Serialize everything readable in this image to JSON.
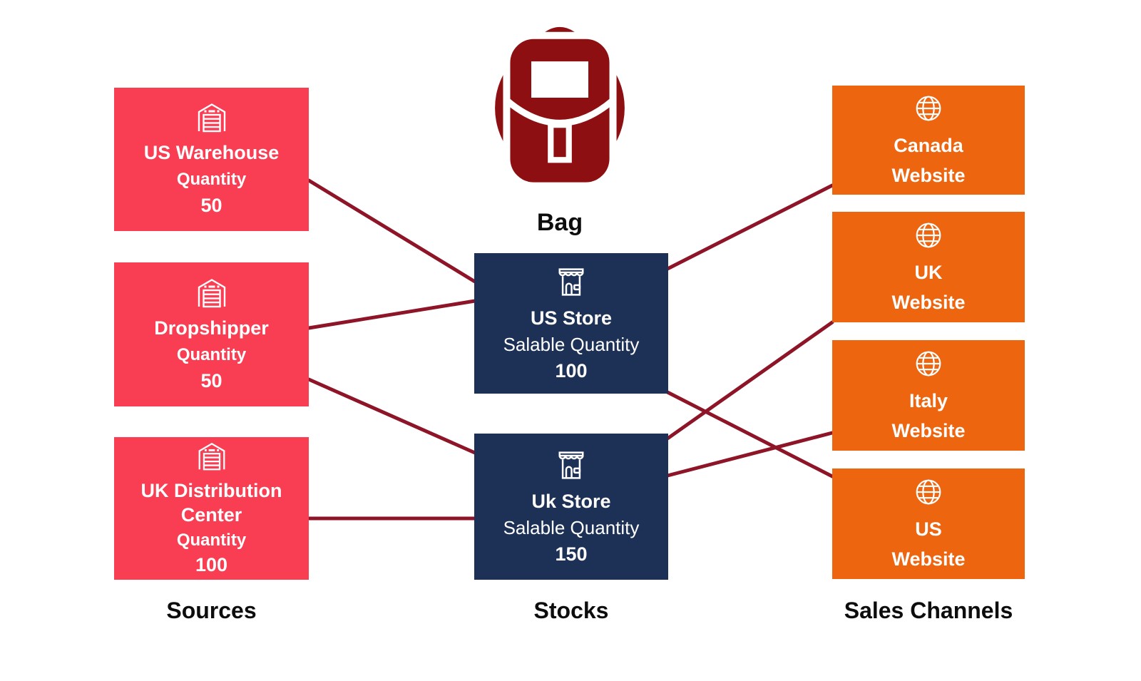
{
  "diagram_title": "Bag",
  "product": {
    "name": "Bag",
    "icon": "backpack-icon",
    "color": "#8E0F11"
  },
  "columns": {
    "sources": {
      "label": "Sources",
      "color": "#F93D52",
      "item_icon": "warehouse-icon",
      "items": [
        {
          "id": "us-warehouse",
          "title": "US Warehouse",
          "qty_label": "Quantity",
          "qty": "50"
        },
        {
          "id": "dropshipper",
          "title": "Dropshipper",
          "qty_label": "Quantity",
          "qty": "50"
        },
        {
          "id": "uk-distribution-center",
          "title": "UK Distribution Center",
          "qty_label": "Quantity",
          "qty": "100"
        }
      ]
    },
    "stocks": {
      "label": "Stocks",
      "color": "#1D3156",
      "item_icon": "store-icon",
      "items": [
        {
          "id": "us-store",
          "title": "US Store",
          "qty_label": "Salable Quantity",
          "qty": "100"
        },
        {
          "id": "uk-store",
          "title": "Uk Store",
          "qty_label": "Salable Quantity",
          "qty": "150"
        }
      ]
    },
    "sales_channels": {
      "label": "Sales Channels",
      "color": "#EE650F",
      "item_icon": "globe-icon",
      "items": [
        {
          "id": "canada-website",
          "line1": "Canada",
          "line2": "Website"
        },
        {
          "id": "uk-website",
          "line1": "UK",
          "line2": "Website"
        },
        {
          "id": "italy-website",
          "line1": "Italy",
          "line2": "Website"
        },
        {
          "id": "us-website",
          "line1": "US",
          "line2": "Website"
        }
      ]
    }
  },
  "connections": {
    "color": "#8E1528",
    "links": [
      {
        "from": "us-warehouse",
        "to": "us-store"
      },
      {
        "from": "dropshipper",
        "to": "us-store"
      },
      {
        "from": "dropshipper",
        "to": "uk-store"
      },
      {
        "from": "uk-distribution-center",
        "to": "uk-store"
      },
      {
        "from": "us-store",
        "to": "canada-website"
      },
      {
        "from": "us-store",
        "to": "us-website"
      },
      {
        "from": "uk-store",
        "to": "uk-website"
      },
      {
        "from": "uk-store",
        "to": "italy-website"
      }
    ]
  }
}
